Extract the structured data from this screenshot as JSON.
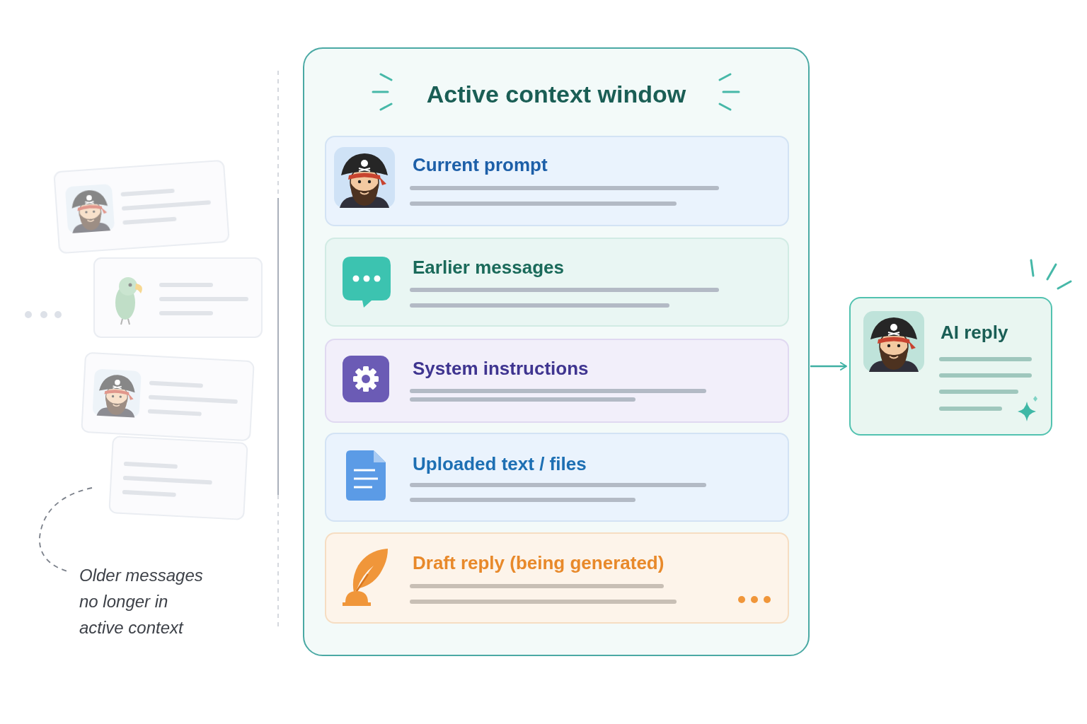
{
  "diagram": {
    "nodes": [
      {
        "text": [
          "Active context window"
        ]
      },
      {
        "text": [
          "Current prompt"
        ],
        "in": 0
      },
      {
        "text": [
          "Earlier messages"
        ],
        "in": 0
      },
      {
        "text": [
          "System instructions"
        ],
        "in": 0
      },
      {
        "text": [
          "Uploaded text / files"
        ],
        "in": 0
      },
      {
        "text": [
          "Draft reply (being generated)"
        ],
        "in": 0
      },
      {
        "text": [
          "AI reply"
        ]
      }
    ],
    "edges": [
      {
        "from": 0,
        "to": 6,
        "arrow": "to"
      }
    ],
    "labels": [
      "Older messages no longer in active context"
    ]
  }
}
